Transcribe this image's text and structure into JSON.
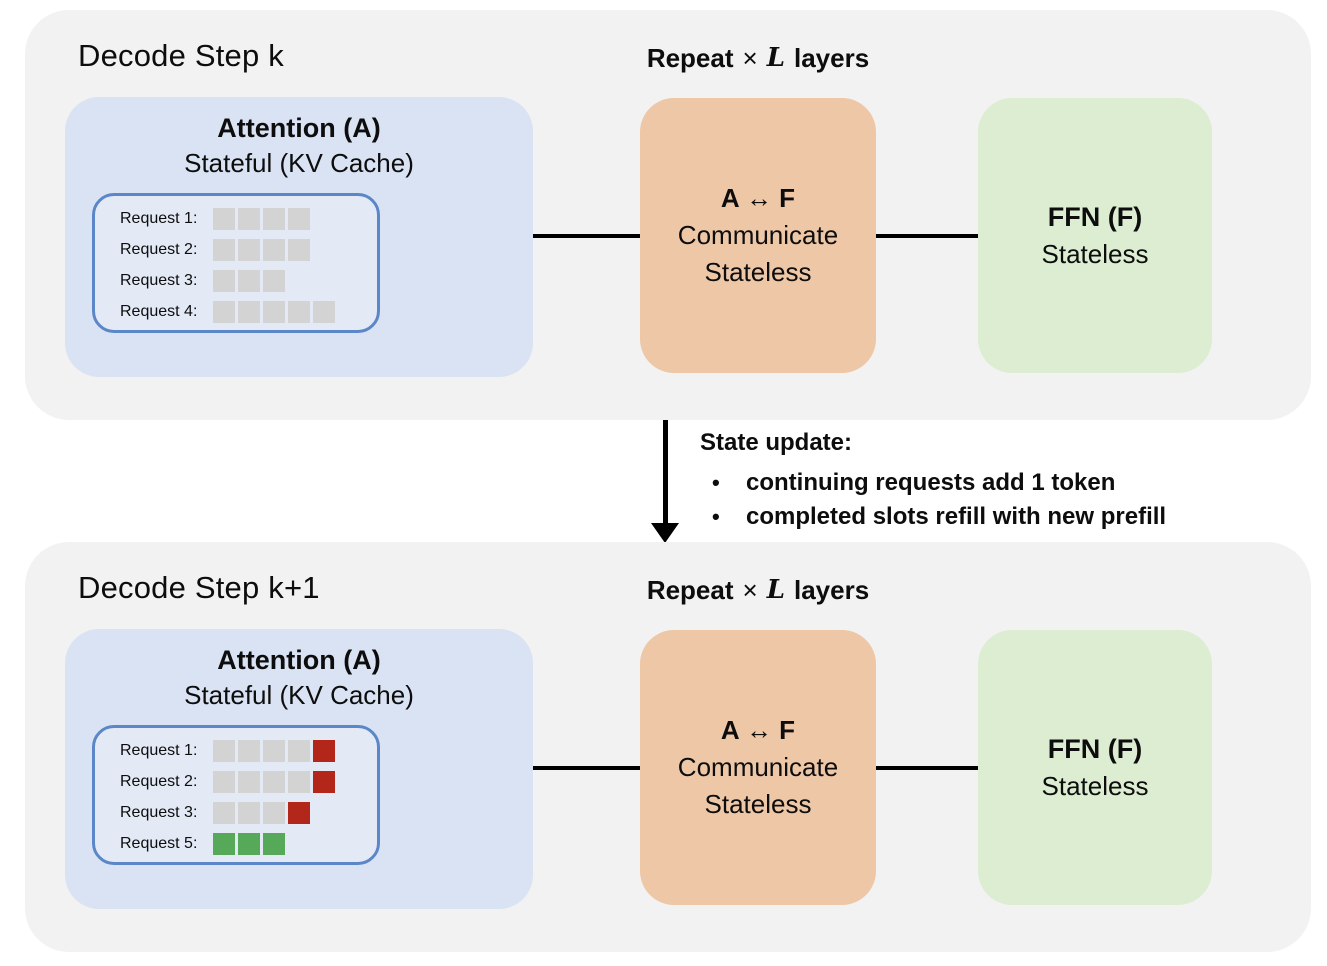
{
  "colors": {
    "panel_bg": "#f2f2f2",
    "attention_bg": "#dae3f3",
    "kv_box_bg": "#e3eaf6",
    "kv_box_border": "#5b87c9",
    "communicate_bg": "#eec7a7",
    "ffn_bg": "#dcedd2",
    "token_gray": "#d3d3d3",
    "token_red": "#b3261a",
    "token_green": "#57a95a",
    "line_color": "#000000"
  },
  "panels": [
    {
      "title": "Decode Step k",
      "repeat": {
        "prefix": "Repeat",
        "times": "×",
        "variable": "L",
        "suffix": "layers"
      },
      "attention": {
        "title": "Attention (A)",
        "subtitle": "Stateful (KV Cache)",
        "requests": [
          {
            "label": "Request 1:",
            "tokens": [
              "gray",
              "gray",
              "gray",
              "gray"
            ]
          },
          {
            "label": "Request 2:",
            "tokens": [
              "gray",
              "gray",
              "gray",
              "gray"
            ]
          },
          {
            "label": "Request 3:",
            "tokens": [
              "gray",
              "gray",
              "gray"
            ]
          },
          {
            "label": "Request 4:",
            "tokens": [
              "gray",
              "gray",
              "gray",
              "gray",
              "gray"
            ]
          }
        ]
      },
      "communicate": {
        "title": "A ↔ F",
        "line2": "Communicate",
        "line3": "Stateless"
      },
      "ffn": {
        "title": "FFN (F)",
        "subtitle": "Stateless"
      }
    },
    {
      "title": "Decode Step k+1",
      "repeat": {
        "prefix": "Repeat",
        "times": "×",
        "variable": "L",
        "suffix": "layers"
      },
      "attention": {
        "title": "Attention (A)",
        "subtitle": "Stateful (KV Cache)",
        "requests": [
          {
            "label": "Request 1:",
            "tokens": [
              "gray",
              "gray",
              "gray",
              "gray",
              "red"
            ]
          },
          {
            "label": "Request 2:",
            "tokens": [
              "gray",
              "gray",
              "gray",
              "gray",
              "red"
            ]
          },
          {
            "label": "Request 3:",
            "tokens": [
              "gray",
              "gray",
              "gray",
              "red"
            ]
          },
          {
            "label": "Request 5:",
            "tokens": [
              "green",
              "green",
              "green"
            ]
          }
        ]
      },
      "communicate": {
        "title": "A ↔ F",
        "line2": "Communicate",
        "line3": "Stateless"
      },
      "ffn": {
        "title": "FFN (F)",
        "subtitle": "Stateless"
      }
    }
  ],
  "state_update": {
    "heading": "State update:",
    "bullets": [
      "continuing requests add 1 token",
      "completed slots refill with new prefill"
    ]
  }
}
